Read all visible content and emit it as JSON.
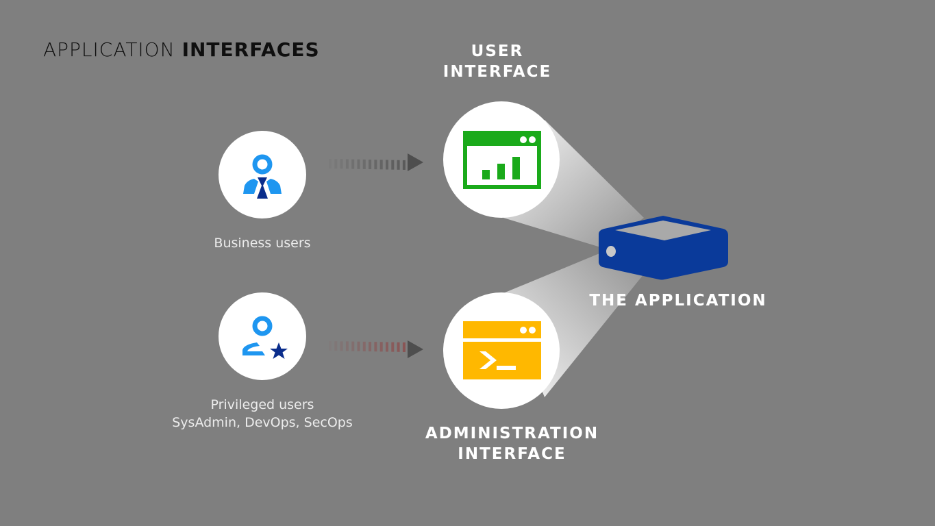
{
  "title": {
    "prefix": "APPLICATION",
    "emphasis": "INTERFACES"
  },
  "users": [
    {
      "id": "business",
      "label": "Business users",
      "icon": "business-user-icon",
      "arrow_color": "#5a5a5a"
    },
    {
      "id": "privileged",
      "label_line1": "Privileged users",
      "label_line2": "SysAdmin, DevOps, SecOps",
      "icon": "privileged-user-star-icon",
      "arrow_color": "#8a5555"
    }
  ],
  "interfaces": {
    "user": {
      "label_line1": "USER",
      "label_line2": "INTERFACE",
      "icon": "dashboard-window-icon",
      "color": "#1aaa1a"
    },
    "admin": {
      "label_line1": "ADMINISTRATION",
      "label_line2": "INTERFACE",
      "icon": "terminal-window-icon",
      "color": "#ffb800"
    }
  },
  "application": {
    "label": "THE APPLICATION",
    "icon": "server-box-icon",
    "color": "#0a3a9a"
  },
  "colors": {
    "background": "#7f7f7f",
    "person_light": "#1e96f0",
    "person_dark": "#0a2d8c"
  }
}
